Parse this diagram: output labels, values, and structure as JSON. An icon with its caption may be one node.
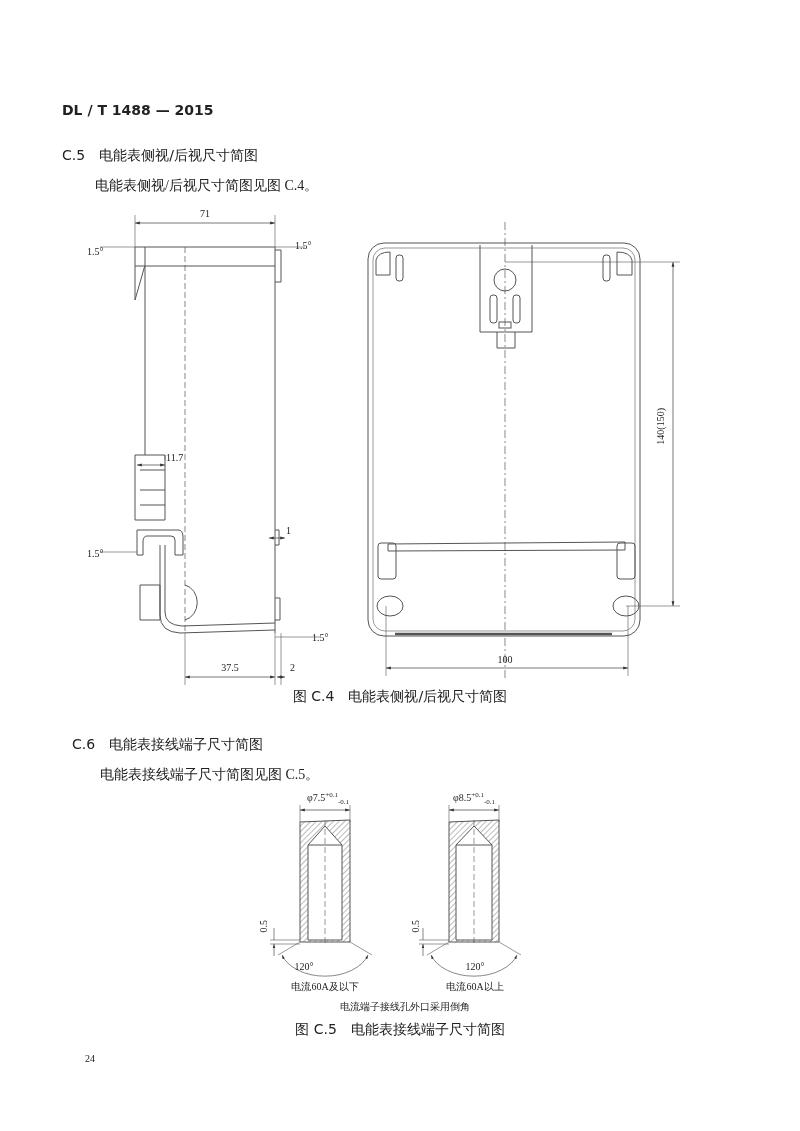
{
  "diagram": {
    "labels": [
      "DL / T 1488 — 2015",
      "C.5　电能表侧视/后视尺寸简图",
      "电能表侧视/后视尺寸简图见图 C.4。",
      "71",
      "1.5°",
      "1.5°",
      "11.7",
      "1",
      "1.5°",
      "1.5°",
      "37.5",
      "2",
      "140(150)",
      "100",
      "图 C.4　电能表侧视/后视尺寸简图",
      "C.6　电能表接线端子尺寸简图",
      "电能表接线端子尺寸简图见图 C.5。",
      "φ7.5$^{+0.1}$$_{-0.1}$",
      "φ8.5$^{+0.1}$$_{-0.1}$",
      "0.5",
      "120°",
      "0.5",
      "120°",
      "电流60A及以下",
      "电流60A以上",
      "电流端子接线孔外口采用倒角",
      "图 C.5　电能表接线端子尺寸简图",
      "24"
    ]
  }
}
